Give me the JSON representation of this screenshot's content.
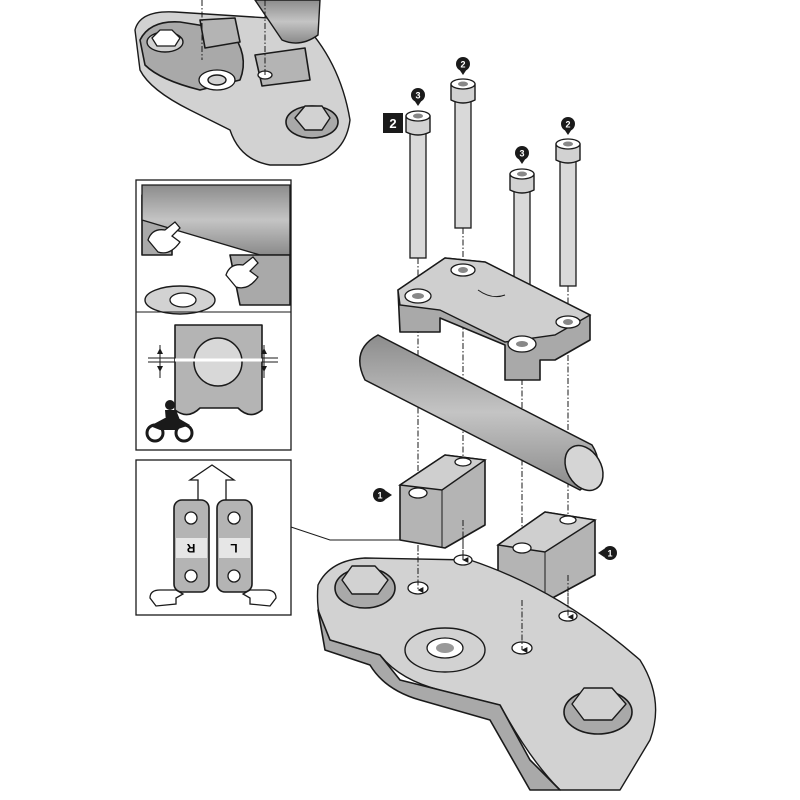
{
  "step": {
    "number": "2"
  },
  "callouts": {
    "bolt_short_left": "3",
    "bolt_long_left": "2",
    "bolt_short_right": "3",
    "bolt_long_right": "2",
    "clamp_left": "1",
    "clamp_right": "1"
  },
  "inset_orientation": {
    "left_label": "R",
    "right_label": "L"
  },
  "colors": {
    "part": "#a9a9a9",
    "outline": "#1a1a1a",
    "light": "#d2d2d2",
    "background": "#ffffff"
  }
}
